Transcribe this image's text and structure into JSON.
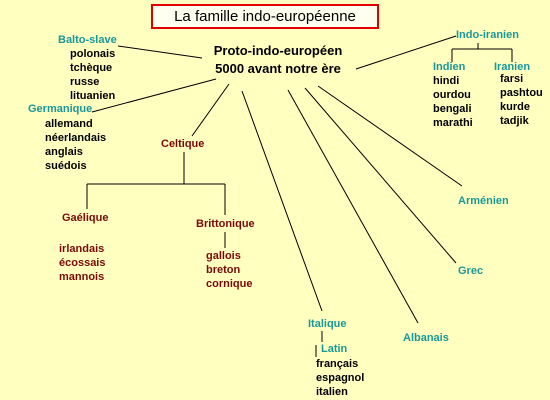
{
  "title": "La famille indo-européenne",
  "root": {
    "name": "Proto-indo-européen",
    "date": "5000 avant notre ère"
  },
  "branches": {
    "balto_slave": {
      "label": "Balto-slave",
      "languages": [
        "polonais",
        "tchèque",
        "russe",
        "lituanien"
      ]
    },
    "germanique": {
      "label": "Germanique",
      "languages": [
        "allemand",
        "néerlandais",
        "anglais",
        "suédois"
      ]
    },
    "celtique": {
      "label": "Celtique",
      "gaelique": {
        "label": "Gaélique",
        "languages": [
          "irlandais",
          "écossais",
          "mannois"
        ]
      },
      "brittonique": {
        "label": "Brittonique",
        "languages": [
          "gallois",
          "breton",
          "cornique"
        ]
      }
    },
    "indo_iranien": {
      "label": "Indo-iranien",
      "indien": {
        "label": "Indien",
        "languages": [
          "hindi",
          "ourdou",
          "bengali",
          "marathi"
        ]
      },
      "iranien": {
        "label": "Iranien",
        "languages": [
          "farsi",
          "pashtou",
          "kurde",
          "tadjik"
        ]
      }
    },
    "armenien": {
      "label": "Arménien"
    },
    "grec": {
      "label": "Grec"
    },
    "albanais": {
      "label": "Albanais"
    },
    "italique": {
      "label": "Italique",
      "latin": {
        "label": "Latin",
        "languages": [
          "français",
          "espagnol",
          "italien"
        ]
      }
    }
  },
  "colors": {
    "background": "#ffffc0",
    "title_border": "#e00000",
    "branch_teal": "#1a9898",
    "celtic_brown": "#7a0a0a",
    "text": "#000000"
  }
}
